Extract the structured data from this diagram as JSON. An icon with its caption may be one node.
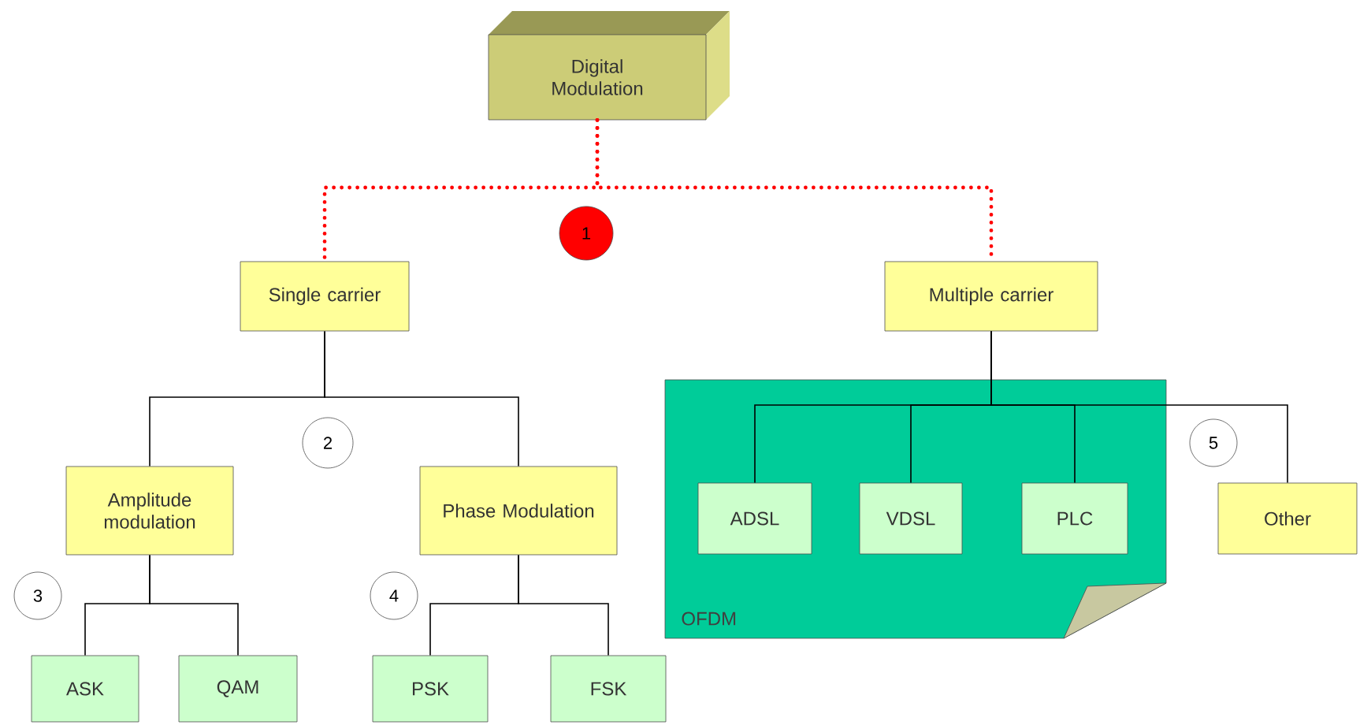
{
  "diagram": {
    "nodes": [
      {
        "text": [
          "Digital Modulation"
        ]
      },
      {
        "text": [
          "Single carrier"
        ]
      },
      {
        "text": [
          "Multiple carrier"
        ]
      },
      {
        "text": [
          "Amplitude modulation"
        ]
      },
      {
        "text": [
          "Phase Modulation"
        ]
      },
      {
        "text": [
          "ASK"
        ]
      },
      {
        "text": [
          "QAM"
        ]
      },
      {
        "text": [
          "PSK"
        ]
      },
      {
        "text": [
          "FSK"
        ]
      },
      {
        "text": [
          "OFDM"
        ]
      },
      {
        "text": [
          "ADSL"
        ],
        "in": 9
      },
      {
        "text": [
          "VDSL"
        ],
        "in": 9
      },
      {
        "text": [
          "PLC"
        ],
        "in": 9
      },
      {
        "text": [
          "Other"
        ]
      }
    ],
    "edges": [
      {
        "from": 0,
        "to": 1,
        "arrow": "none",
        "style": "dashed",
        "color": "#ff0000"
      },
      {
        "from": 0,
        "to": 2,
        "arrow": "none",
        "style": "dashed",
        "color": "#ff0000"
      },
      {
        "from": 1,
        "to": 3,
        "arrow": "none"
      },
      {
        "from": 1,
        "to": 4,
        "arrow": "none"
      },
      {
        "from": 3,
        "to": 5,
        "arrow": "none"
      },
      {
        "from": 3,
        "to": 6,
        "arrow": "none"
      },
      {
        "from": 4,
        "to": 7,
        "arrow": "none"
      },
      {
        "from": 4,
        "to": 8,
        "arrow": "none"
      },
      {
        "from": 2,
        "to": 10,
        "arrow": "none"
      },
      {
        "from": 2,
        "to": 11,
        "arrow": "none"
      },
      {
        "from": 2,
        "to": 12,
        "arrow": "none"
      },
      {
        "from": 2,
        "to": 13,
        "arrow": "none"
      }
    ],
    "labels": [
      "1",
      "2",
      "3",
      "4",
      "5"
    ]
  }
}
